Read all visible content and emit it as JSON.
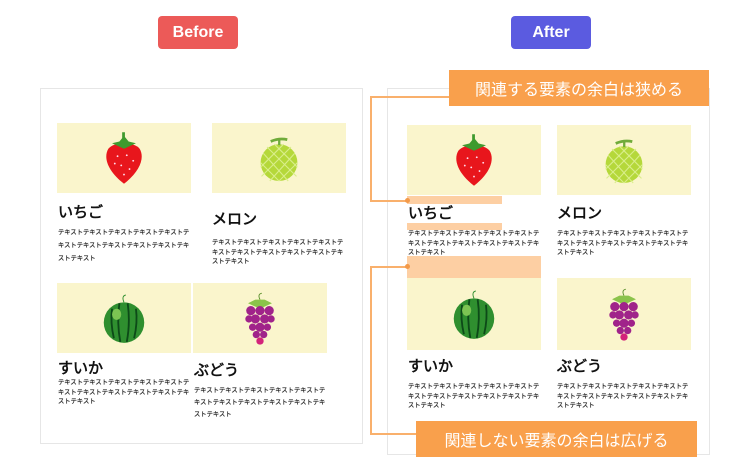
{
  "before": {
    "badge": "Before",
    "color": "#ec5a58"
  },
  "after": {
    "badge": "After",
    "color": "#5b5be0"
  },
  "annotations": {
    "narrow": "関連する要素の余白は狭める",
    "wide": "関連しない要素の余白は広げる",
    "color": "#f9a04c"
  },
  "cards": [
    {
      "title": "いちご",
      "icon": "strawberry-icon",
      "text": "テキストテキストテキストテキストテキストテキストテキストテキストテキストテキストテキストテキスト"
    },
    {
      "title": "メロン",
      "icon": "melon-icon",
      "text": "テキストテキストテキストテキストテキストテキストテキストテキストテキストテキストテキストテキスト"
    },
    {
      "title": "すいか",
      "icon": "watermelon-icon",
      "text": "テキストテキストテキストテキストテキストテキストテキストテキストテキストテキストテキストテキスト"
    },
    {
      "title": "ぶどう",
      "icon": "grape-icon",
      "text": "テキストテキストテキストテキストテキストテキストテキストテキストテキストテキストテキストテキスト"
    }
  ]
}
